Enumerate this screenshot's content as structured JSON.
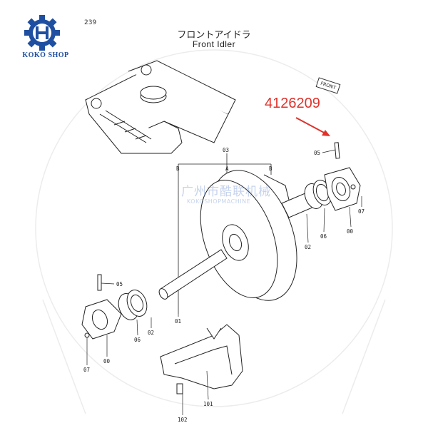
{
  "header": {
    "brand_text": "KOKO SHOP",
    "page_number": "239",
    "title_jp": "フロントアイドラ",
    "title_en": "Front Idler"
  },
  "callout": {
    "part_number": "4126209",
    "color": "#e0322a"
  },
  "watermark": {
    "cn_text": "广州市酷联机械",
    "en_text": "KOKOSHOPMACHINE"
  },
  "diagram": {
    "front_tag": "FRONT",
    "labels": {
      "l03": "03",
      "lA": "A",
      "lB1": "B",
      "lB2": "B",
      "l05_top": "05",
      "l07_right": "07",
      "l00_right": "00",
      "l06_right": "06",
      "l02_right": "02",
      "l05_left": "05",
      "l02_left": "02",
      "l06_left": "06",
      "l00_left": "00",
      "l07_left": "07",
      "l01": "01",
      "l101": "101",
      "l102": "102"
    }
  },
  "colors": {
    "brand_blue": "#1f4fa0",
    "line": "#222222"
  }
}
